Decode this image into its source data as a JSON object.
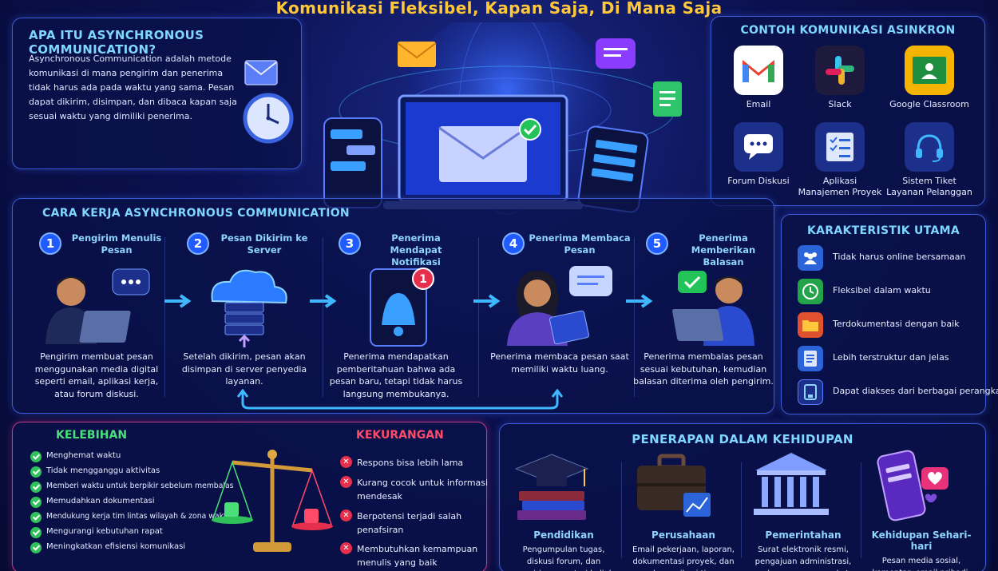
{
  "top_title": "Komunikasi Fleksibel, Kapan Saja, Di Mana Saja",
  "what": {
    "title": "APA ITU ASYNCHRONOUS COMMUNICATION?",
    "description": "Asynchronous Communication adalah metode komunikasi di mana pengirim dan penerima tidak harus ada pada waktu yang sama. Pesan dapat dikirim, disimpan, dan dibaca kapan saja sesuai waktu yang dimiliki penerima."
  },
  "examples": {
    "title": "CONTOH KOMUNIKASI ASINKRON",
    "items": [
      {
        "label": "Email",
        "icon": "gmail-icon"
      },
      {
        "label": "Slack",
        "icon": "slack-icon"
      },
      {
        "label": "Google Classroom",
        "icon": "classroom-icon"
      },
      {
        "label": "Forum Diskusi",
        "icon": "chat-icon"
      },
      {
        "label": "Aplikasi Manajemen Proyek",
        "icon": "checklist-icon"
      },
      {
        "label": "Sistem Tiket Layanan Pelanggan",
        "icon": "headset-icon"
      }
    ]
  },
  "how": {
    "title": "CARA KERJA ASYNCHRONOUS COMMUNICATION",
    "steps": [
      {
        "num": "1",
        "title": "Pengirim Menulis Pesan",
        "desc": "Pengirim membuat pesan menggunakan media digital seperti email, aplikasi kerja, atau forum diskusi."
      },
      {
        "num": "2",
        "title": "Pesan Dikirim ke Server",
        "desc": "Setelah dikirim, pesan akan disimpan di server penyedia layanan."
      },
      {
        "num": "3",
        "title": "Penerima Mendapat Notifikasi",
        "desc": "Penerima mendapatkan pemberitahuan bahwa ada pesan baru, tetapi tidak harus langsung membukanya."
      },
      {
        "num": "4",
        "title": "Penerima Membaca Pesan",
        "desc": "Penerima membaca pesan saat memiliki waktu luang."
      },
      {
        "num": "5",
        "title": "Penerima Memberikan Balasan",
        "desc": "Penerima membalas pesan sesuai kebutuhan, kemudian balasan diterima oleh pengirim."
      }
    ]
  },
  "characteristics": {
    "title": "KARAKTERISTIK UTAMA",
    "items": [
      {
        "label": "Tidak harus online bersamaan",
        "icon": "people-icon",
        "color": "#2a64d8"
      },
      {
        "label": "Fleksibel dalam waktu",
        "icon": "clock-icon",
        "color": "#23a34a"
      },
      {
        "label": "Terdokumentasi dengan baik",
        "icon": "folder-icon",
        "color": "#e0512f"
      },
      {
        "label": "Lebih terstruktur dan jelas",
        "icon": "document-icon",
        "color": "#2a64d8"
      },
      {
        "label": "Dapat diakses dari berbagai perangkat",
        "icon": "devices-icon",
        "color": "#2a64d8"
      }
    ]
  },
  "pros": {
    "title": "KELEBIHAN",
    "items": [
      "Menghemat waktu",
      "Tidak mengganggu aktivitas",
      "Memberi waktu untuk berpikir sebelum membalas",
      "Memudahkan dokumentasi",
      "Mendukung kerja tim lintas wilayah & zona waktu",
      "Mengurangi kebutuhan rapat",
      "Meningkatkan efisiensi komunikasi"
    ]
  },
  "cons": {
    "title": "KEKURANGAN",
    "items": [
      "Respons bisa lebih lama",
      "Kurang cocok untuk informasi mendesak",
      "Berpotensi terjadi salah penafsiran",
      "Membutuhkan kemampuan menulis yang baik"
    ]
  },
  "apply": {
    "title": "PENERAPAN DALAM KEHIDUPAN",
    "items": [
      {
        "title": "Pendidikan",
        "desc": "Pengumpulan tugas, diskusi forum, dan pengiriman materi kuliah"
      },
      {
        "title": "Perusahaan",
        "desc": "Email pekerjaan, laporan, dokumentasi proyek, dan komunikasi tim"
      },
      {
        "title": "Pemerintahan",
        "desc": "Surat elektronik resmi, pengajuan administrasi, pelayanan masyarakat"
      },
      {
        "title": "Kehidupan Sehari-hari",
        "desc": "Pesan media sosial, komentar, email pribadi, dan lainnya"
      }
    ]
  },
  "colors": {
    "accent": "#7fd6ff",
    "title": "#ffc83a",
    "pros": "#49e07a",
    "cons": "#ff4a6a"
  }
}
